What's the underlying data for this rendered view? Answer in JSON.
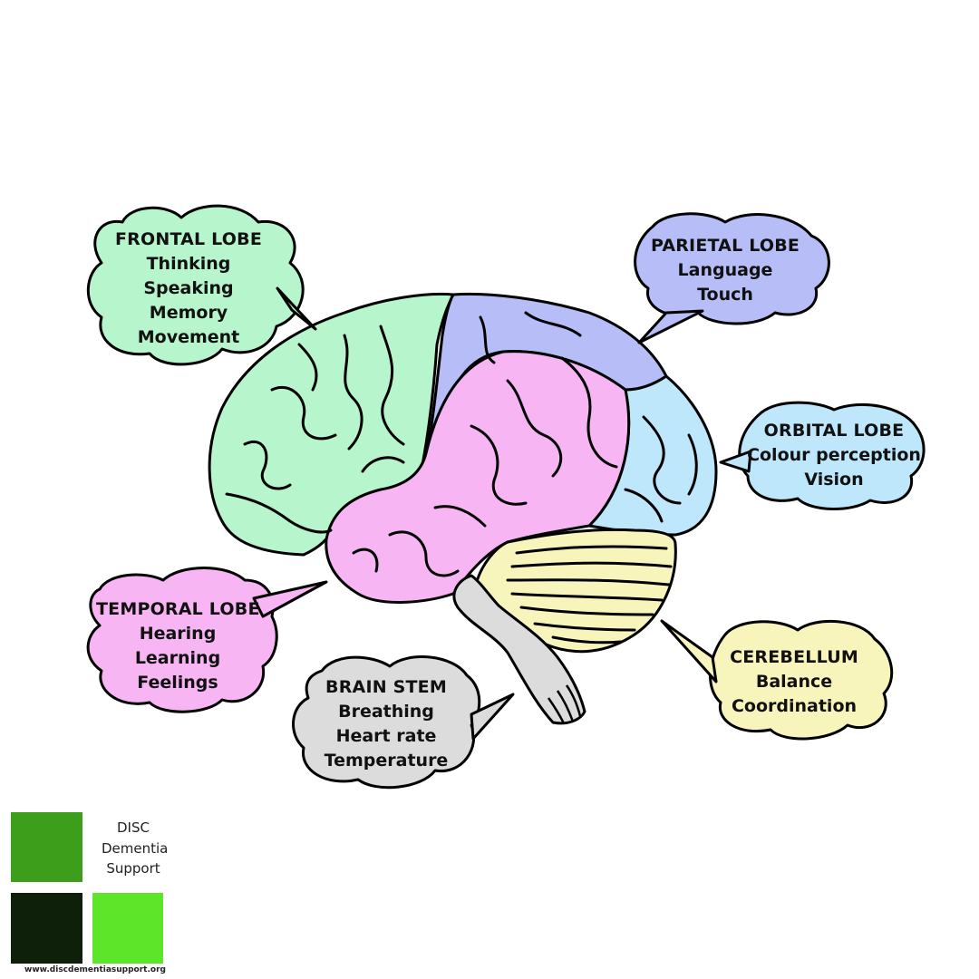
{
  "colors": {
    "frontal": "#b7f5cc",
    "parietal": "#b6bdf7",
    "orbital": "#bfe7fb",
    "temporal": "#f7b6f3",
    "cerebellum": "#f8f5bc",
    "brainstem": "#dcdcdc",
    "outline": "#000000",
    "brand_mid": "#3c9e1a",
    "brand_dark": "#0e1f0a",
    "brand_bright": "#5de52a"
  },
  "regions": [
    {
      "id": "frontal",
      "title": "FRONTAL LOBE",
      "functions": [
        "Thinking",
        "Speaking",
        "Memory",
        "Movement"
      ]
    },
    {
      "id": "parietal",
      "title": "PARIETAL LOBE",
      "functions": [
        "Language",
        "Touch"
      ]
    },
    {
      "id": "orbital",
      "title": "ORBITAL LOBE",
      "functions": [
        "Colour perception",
        "Vision"
      ]
    },
    {
      "id": "temporal",
      "title": "TEMPORAL LOBE",
      "functions": [
        "Hearing",
        "Learning",
        "Feelings"
      ]
    },
    {
      "id": "brainstem",
      "title": "BRAIN STEM",
      "functions": [
        "Breathing",
        "Heart rate",
        "Temperature"
      ]
    },
    {
      "id": "cerebellum",
      "title": "CEREBELLUM",
      "functions": [
        "Balance",
        "Coordination"
      ]
    }
  ],
  "brand": {
    "name_lines": [
      "DISC",
      "Dementia",
      "Support"
    ],
    "url": "www.discdementiasupport.org"
  }
}
